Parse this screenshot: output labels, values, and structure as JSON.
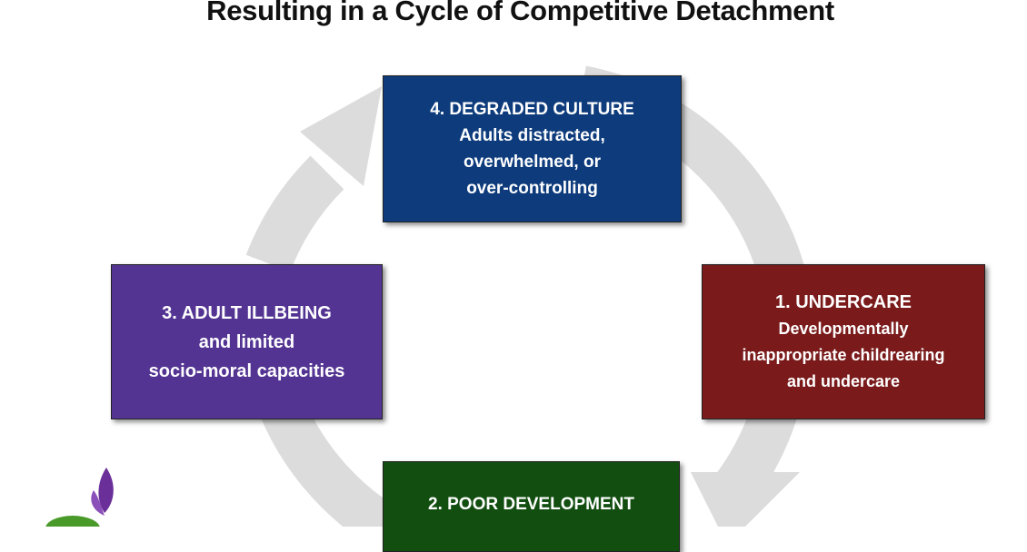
{
  "title": "Resulting in a Cycle of Competitive Detachment",
  "boxes": {
    "degraded_culture": {
      "heading": "4.  DEGRADED CULTURE",
      "lines": [
        "Adults distracted,",
        "overwhelmed, or",
        "over-controlling"
      ],
      "color": "#0d3b7c"
    },
    "undercare": {
      "heading": "1. UNDERCARE",
      "lines": [
        "Developmentally",
        "inappropriate  childrearing",
        "and undercare"
      ],
      "color": "#7a1a1a"
    },
    "adult_illbeing": {
      "heading": "3.  ADULT ILLBEING",
      "lines": [
        "and limited",
        "socio-moral capacities"
      ],
      "color": "#533493"
    },
    "poor_development": {
      "heading": "2. POOR DEVELOPMENT",
      "color": "#114e10"
    }
  }
}
